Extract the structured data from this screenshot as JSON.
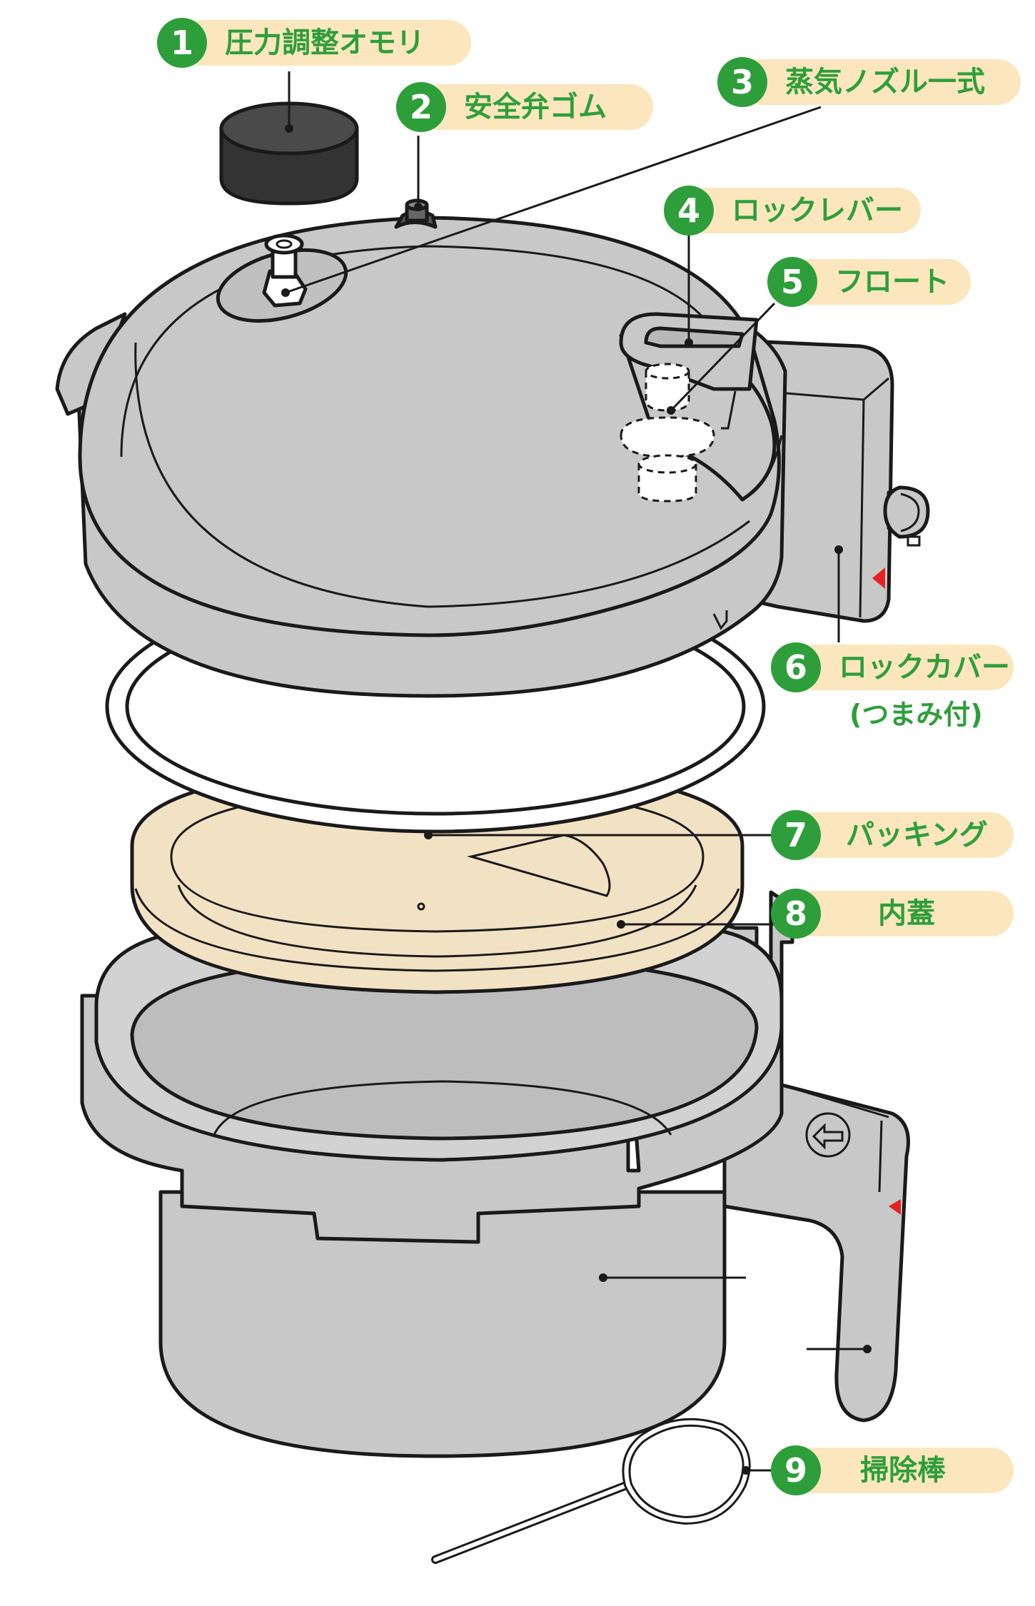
{
  "colors": {
    "badge": "#2e9e3b",
    "label_bg": "#fbe6bd",
    "label_text": "#2e9e3b",
    "metal": "#c8c8c8",
    "inner_lid": "#f2e2c4",
    "outline": "#1a1a1a",
    "arrow_mark": "#e52222"
  },
  "parts": [
    {
      "number": "1",
      "label": "圧力調整オモリ"
    },
    {
      "number": "2",
      "label": "安全弁ゴム"
    },
    {
      "number": "3",
      "label": "蒸気ノズル一式"
    },
    {
      "number": "4",
      "label": "ロックレバー"
    },
    {
      "number": "5",
      "label": "フロート"
    },
    {
      "number": "6",
      "label": "ロックカバー",
      "sublabel": "(つまみ付)"
    },
    {
      "number": "7",
      "label": "パッキング"
    },
    {
      "number": "8",
      "label": "内蓋"
    },
    {
      "number": "9",
      "label": "掃除棒"
    }
  ]
}
